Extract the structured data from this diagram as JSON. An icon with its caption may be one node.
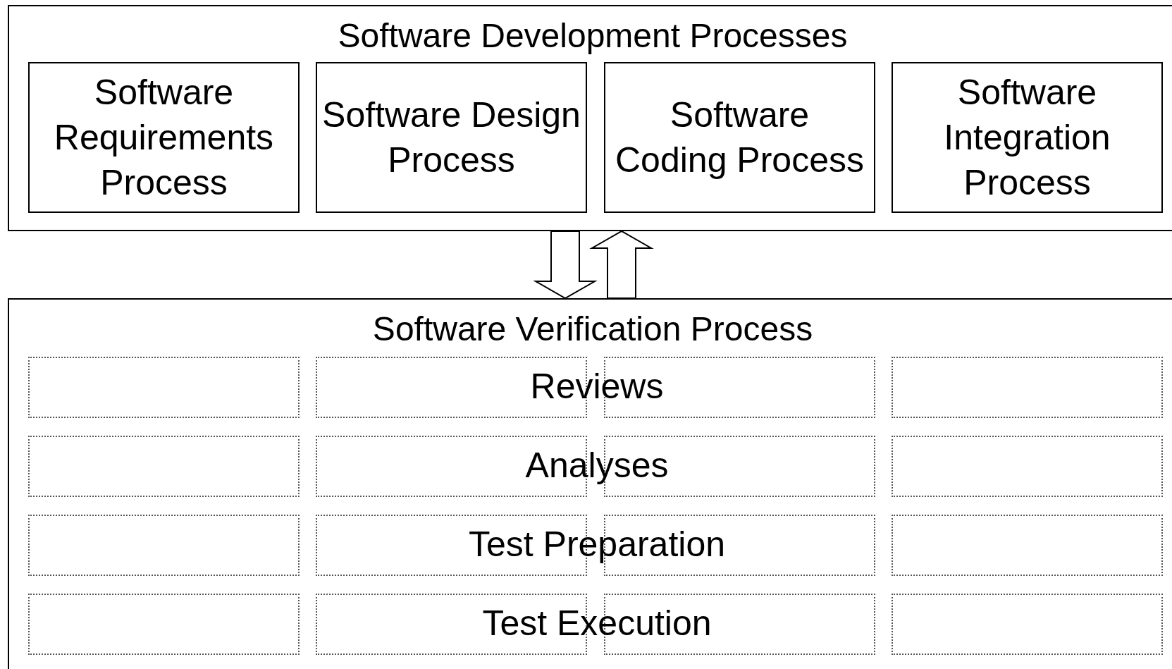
{
  "diagram": {
    "nodes": [
      {
        "text": [
          "Software Development Processes"
        ]
      },
      {
        "text": [
          "Software Requirements Process"
        ],
        "in": 0
      },
      {
        "text": [
          "Software Design Process"
        ],
        "in": 0
      },
      {
        "text": [
          "Software Coding Process"
        ],
        "in": 0
      },
      {
        "text": [
          "Software Integration Process"
        ],
        "in": 0
      },
      {
        "text": [
          "Software Verification Process"
        ]
      },
      {
        "text": [],
        "shape": "box",
        "in": 5
      },
      {
        "text": [],
        "shape": "box",
        "in": 5
      },
      {
        "text": [],
        "shape": "box",
        "in": 5
      },
      {
        "text": [],
        "shape": "box",
        "in": 5
      },
      {
        "text": [],
        "shape": "box",
        "in": 5
      },
      {
        "text": [],
        "shape": "box",
        "in": 5
      },
      {
        "text": [],
        "shape": "box",
        "in": 5
      },
      {
        "text": [],
        "shape": "box",
        "in": 5
      },
      {
        "text": [],
        "shape": "box",
        "in": 5
      },
      {
        "text": [],
        "shape": "box",
        "in": 5
      },
      {
        "text": [],
        "shape": "box",
        "in": 5
      },
      {
        "text": [],
        "shape": "box",
        "in": 5
      },
      {
        "text": [],
        "shape": "box",
        "in": 5
      },
      {
        "text": [],
        "shape": "box",
        "in": 5
      },
      {
        "text": [],
        "shape": "box",
        "in": 5
      },
      {
        "text": [],
        "shape": "box",
        "in": 5
      }
    ],
    "edges": [
      {
        "from": 0,
        "to": 5,
        "arrow": "to"
      },
      {
        "from": 5,
        "to": 0,
        "arrow": "to"
      }
    ],
    "labels": [
      "Reviews",
      "Analyses",
      "Test Preparation",
      "Test Execution"
    ]
  }
}
